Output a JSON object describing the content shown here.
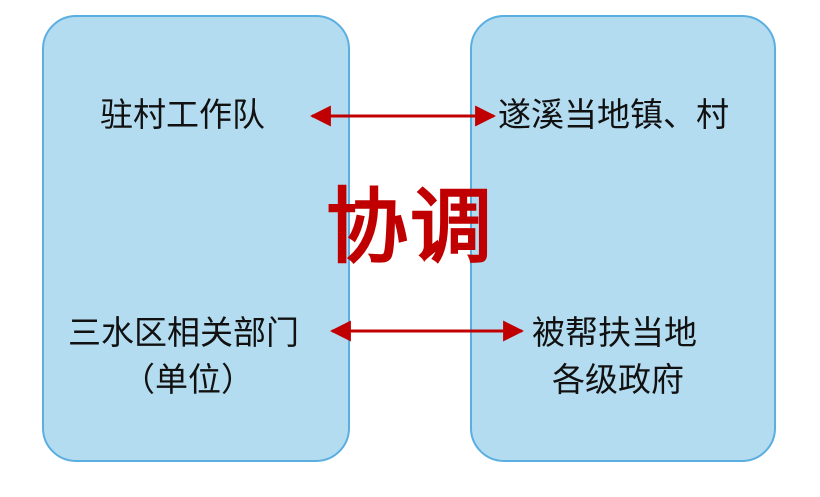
{
  "center": {
    "text": "协调"
  },
  "left": {
    "top_label": "驻村工作队",
    "bottom_line1": "三水区相关部门",
    "bottom_line2": "（单位）"
  },
  "right": {
    "top_label": "遂溪当地镇、村",
    "bottom_line1": "被帮扶当地",
    "bottom_line2": "各级政府"
  },
  "colors": {
    "panel_fill": "#b4dcf0",
    "panel_border": "#5aaee0",
    "accent_red": "#c00000",
    "text": "#111111"
  }
}
